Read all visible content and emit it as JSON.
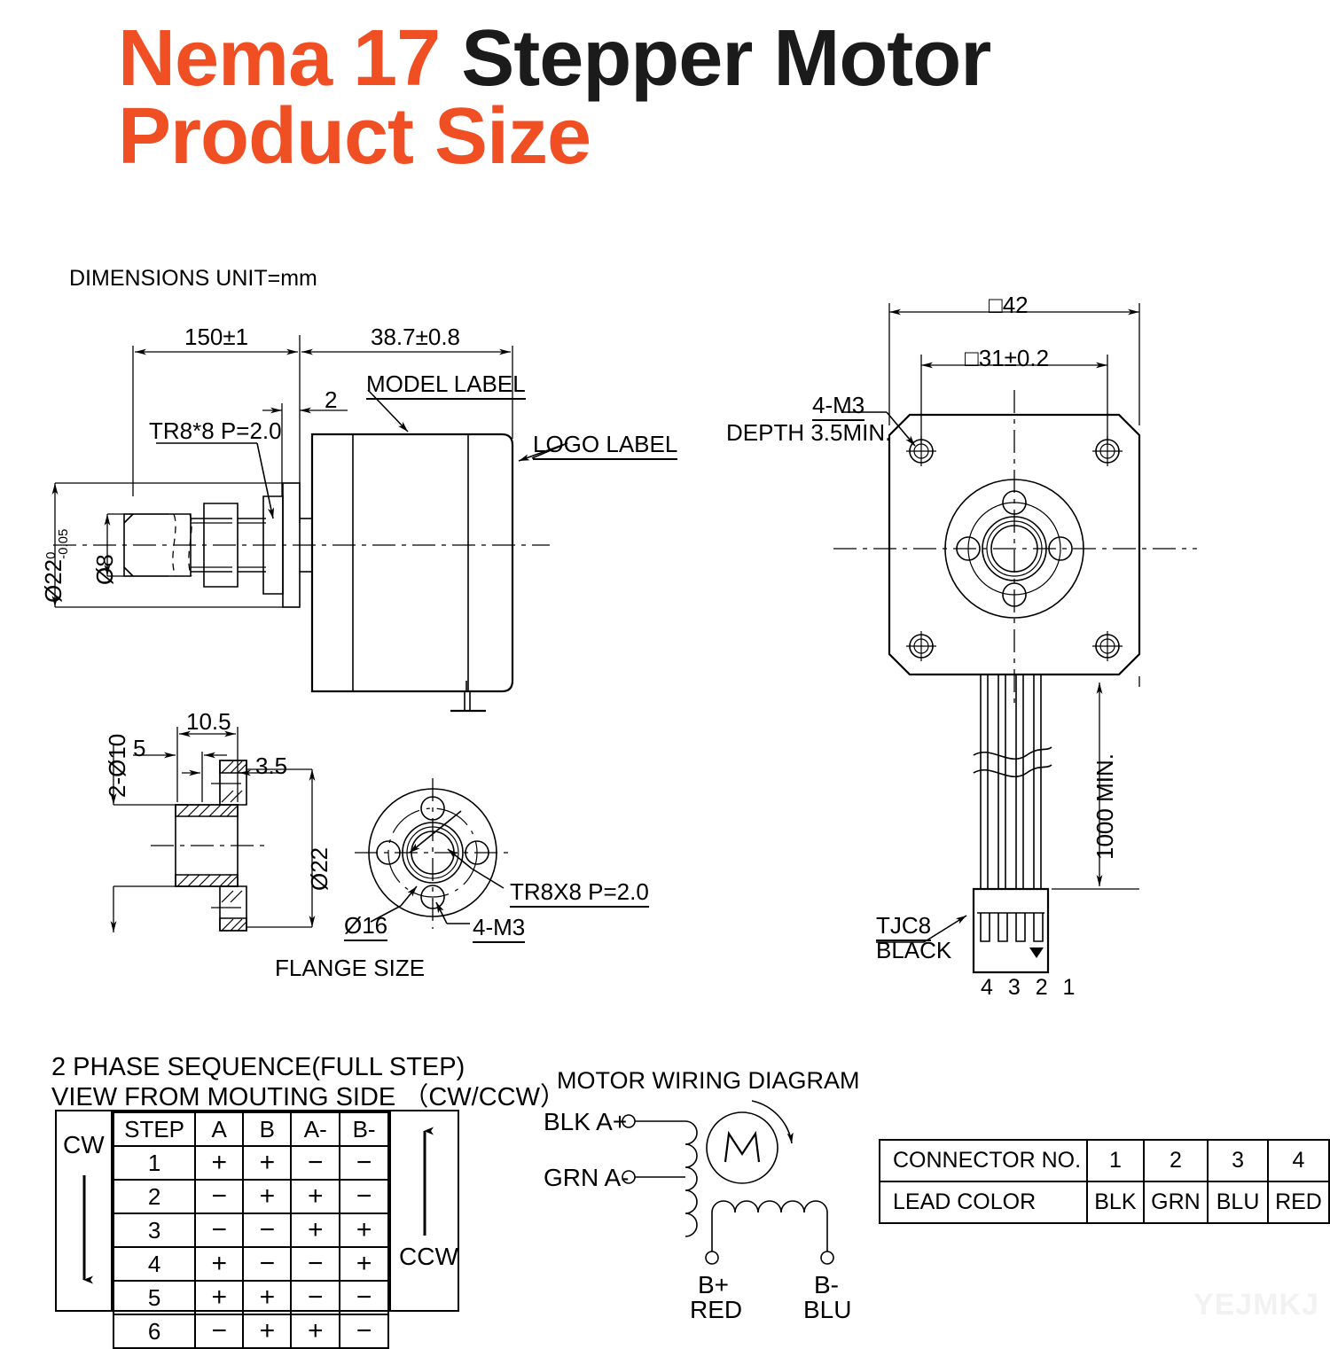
{
  "title": {
    "line1_orange": "Nema 17",
    "line1_black": "Stepper Motor",
    "line2_orange": "Product Size"
  },
  "units_note": "DIMENSIONS UNIT=mm",
  "side_view": {
    "dim_shaft_length": "150±1",
    "dim_body_length": "38.7±0.8",
    "dim_step": "2",
    "label_model": "MODEL LABEL",
    "label_logo": "LOGO LABEL",
    "label_thread": "TR8*8 P=2.0",
    "dim_flange_od": "Ø22",
    "dim_flange_od_tol_upper": "0",
    "dim_flange_od_tol_lower": "-0.05",
    "dim_shaft_dia": "Ø8"
  },
  "front_view": {
    "dim_body_square": "□42",
    "dim_hole_square": "□31±0.2",
    "label_screw": "4-M3",
    "label_screw_depth": "DEPTH 3.5MIN.",
    "dim_lead_length": "1000 MIN.",
    "connector_name": "TJC8",
    "connector_color": "BLACK",
    "pin_numbers": "4 3 2 1"
  },
  "flange_view": {
    "dim_total_len": "10.5",
    "dim_a": "5",
    "dim_b": "3.5",
    "dim_holes": "2-Ø10",
    "dim_od": "Ø22",
    "dim_bore": "Ø16",
    "label_thread": "TR8X8 P=2.0",
    "label_screw": "4-M3",
    "caption": "FLANGE SIZE"
  },
  "phase_sequence": {
    "heading_line1": "2 PHASE SEQUENCE(FULL STEP)",
    "heading_line2": "VIEW FROM MOUTING SIDE （CW/CCW）",
    "cw_label": "CW",
    "ccw_label": "CCW",
    "columns": [
      "STEP",
      "A",
      "B",
      "A-",
      "B-"
    ],
    "rows": [
      {
        "step": "1",
        "a": "+",
        "b": "+",
        "an": "−",
        "bn": "−"
      },
      {
        "step": "2",
        "a": "−",
        "b": "+",
        "an": "+",
        "bn": "−"
      },
      {
        "step": "3",
        "a": "−",
        "b": "−",
        "an": "+",
        "bn": "+"
      },
      {
        "step": "4",
        "a": "+",
        "b": "−",
        "an": "−",
        "bn": "+"
      },
      {
        "step": "5",
        "a": "+",
        "b": "+",
        "an": "−",
        "bn": "−"
      },
      {
        "step": "6",
        "a": "−",
        "b": "+",
        "an": "+",
        "bn": "−"
      }
    ]
  },
  "wiring": {
    "heading": "MOTOR WIRING  DIAGRAM",
    "term_a_plus": "BLK  A+",
    "term_a_minus": "GRN  A-",
    "motor_symbol": "M",
    "term_b_plus": "B+",
    "term_b_plus_color": "RED",
    "term_b_minus": "B-",
    "term_b_minus_color": "BLU"
  },
  "connector_table": {
    "row1_label": "CONNECTOR NO.",
    "row1_values": [
      "1",
      "2",
      "3",
      "4"
    ],
    "row2_label": "LEAD COLOR",
    "row2_values": [
      "BLK",
      "GRN",
      "BLU",
      "RED"
    ]
  },
  "watermark": "YEJMKJ",
  "colors": {
    "accent": "#F04E23",
    "ink": "#000000",
    "background": "#FFFFFF",
    "watermark": "#F2F2F2"
  }
}
